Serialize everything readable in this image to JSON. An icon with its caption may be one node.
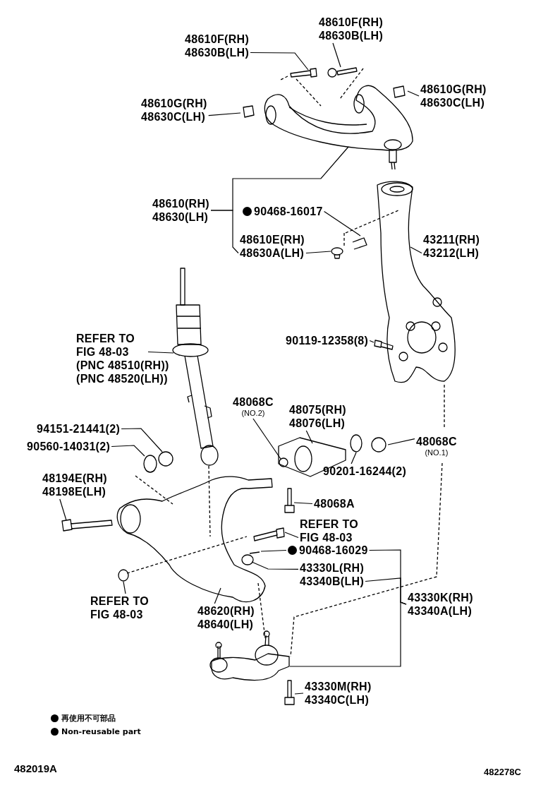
{
  "diagram": {
    "nodes": [
      {
        "text": [
          "48610F(RH) 48630B(LH)"
        ]
      },
      {
        "text": [
          "48610F(RH) 48630B(LH)"
        ]
      },
      {
        "text": [
          "48610G(RH) 48630C(LH)"
        ]
      },
      {
        "text": [
          "48610G(RH) 48630C(LH)"
        ]
      },
      {
        "text": [
          "48610(RH) 48630(LH)"
        ]
      },
      {
        "text": [
          "90468-16017"
        ]
      },
      {
        "text": [
          "48610E(RH) 48630A(LH)"
        ]
      },
      {
        "text": [
          "43211(RH) 43212(LH)"
        ]
      },
      {
        "text": [
          "90119-12358(8)"
        ]
      },
      {
        "text": [
          "REFER TO FIG 48-03",
          "(PNC 48510(RH)) (PNC 48520(LH))"
        ]
      },
      {
        "text": [
          "48068C",
          "(NO.2)"
        ]
      },
      {
        "text": [
          "48075(RH) 48076(LH)"
        ]
      },
      {
        "text": [
          "48068C",
          "(NO.1)"
        ]
      },
      {
        "text": [
          "94151-21441(2)"
        ]
      },
      {
        "text": [
          "90560-14031(2)"
        ]
      },
      {
        "text": [
          "48194E(RH) 48198E(LH)"
        ]
      },
      {
        "text": [
          "90201-16244(2)"
        ]
      },
      {
        "text": [
          "48068A"
        ]
      },
      {
        "text": [
          "REFER TO FIG 48-03"
        ]
      },
      {
        "text": [
          "90468-16029"
        ]
      },
      {
        "text": [
          "43330L(RH) 43340B(LH)"
        ]
      },
      {
        "text": [
          "REFER TO FIG 48-03"
        ]
      },
      {
        "text": [
          "48620(RH) 48640(LH)"
        ]
      },
      {
        "text": [
          "43330K(RH) 43340A(LH)"
        ]
      },
      {
        "text": [
          "43330M(RH) 43340C(LH)"
        ]
      }
    ],
    "edges": [
      {
        "from": 0,
        "to": null,
        "arrow": "none"
      },
      {
        "from": 1,
        "to": null,
        "arrow": "none"
      },
      {
        "from": 2,
        "to": null,
        "arrow": "none"
      },
      {
        "from": 3,
        "to": null,
        "arrow": "none"
      },
      {
        "from": 4,
        "to": null,
        "arrow": "none"
      },
      {
        "from": 4,
        "to": 6,
        "arrow": "none"
      },
      {
        "from": 5,
        "to": null,
        "arrow": "none"
      },
      {
        "from": 6,
        "to": null,
        "arrow": "none"
      },
      {
        "from": 7,
        "to": null,
        "arrow": "none"
      },
      {
        "from": 8,
        "to": null,
        "arrow": "none"
      },
      {
        "from": 9,
        "to": null,
        "arrow": "none"
      },
      {
        "from": 10,
        "to": null,
        "arrow": "none"
      },
      {
        "from": 11,
        "to": null,
        "arrow": "none"
      },
      {
        "from": 12,
        "to": null,
        "arrow": "none"
      },
      {
        "from": 13,
        "to": null,
        "arrow": "none"
      },
      {
        "from": 14,
        "to": null,
        "arrow": "none"
      },
      {
        "from": 15,
        "to": null,
        "arrow": "none"
      },
      {
        "from": 16,
        "to": null,
        "arrow": "none"
      },
      {
        "from": 17,
        "to": null,
        "arrow": "none"
      },
      {
        "from": 18,
        "to": null,
        "arrow": "none"
      },
      {
        "from": 19,
        "to": null,
        "arrow": "none"
      },
      {
        "from": 20,
        "to": null,
        "arrow": "none"
      },
      {
        "from": 19,
        "to": 23,
        "arrow": "none"
      },
      {
        "from": 20,
        "to": 23,
        "arrow": "none"
      },
      {
        "from": 23,
        "to": null,
        "arrow": "none"
      },
      {
        "from": 21,
        "to": null,
        "arrow": "none"
      },
      {
        "from": 22,
        "to": null,
        "arrow": "none"
      },
      {
        "from": 24,
        "to": null,
        "arrow": "none"
      }
    ],
    "labels": [
      "482019A",
      "482278C"
    ],
    "legend": [
      {
        "text": "再使用不可部品"
      },
      {
        "text": "Non-reusable part"
      }
    ]
  }
}
